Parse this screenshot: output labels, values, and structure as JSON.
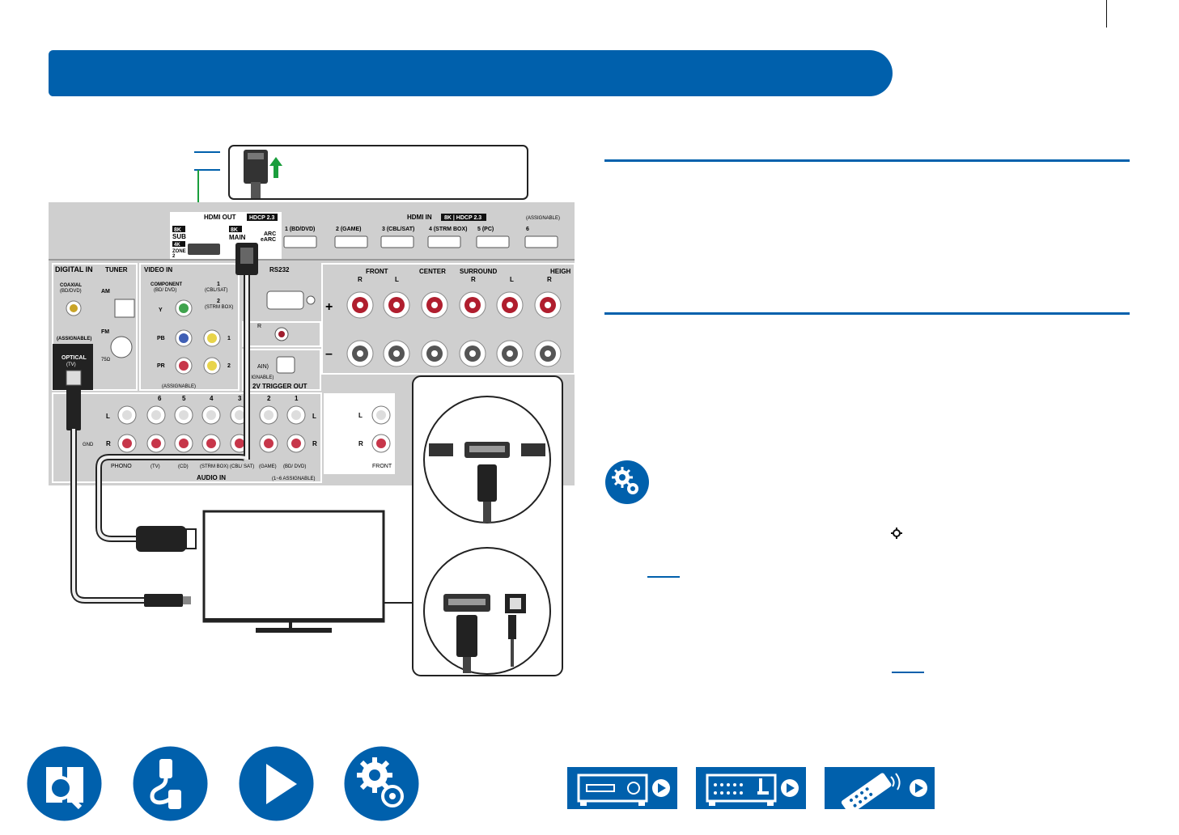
{
  "panel": {
    "hdmi_out": "HDMI OUT",
    "hdcp_out": "HDCP 2.3",
    "hdmi_in": "HDMI IN",
    "hdcp_in": "8K | HDCP 2.3",
    "assignable": "(ASSIGNABLE)",
    "sub_8k": "8K",
    "sub": "SUB",
    "sub_4k": "4K",
    "zone": "ZONE",
    "zone_num": "2",
    "main_8k": "8K",
    "main": "MAIN",
    "arc": "ARC",
    "earc": "eARC",
    "hdmi_inputs": [
      "1 (BD/DVD)",
      "2 (GAME)",
      "3 (CBL/SAT)",
      "4 (STRM BOX)",
      "5 (PC)",
      "6"
    ],
    "digital_in": "DIGITAL IN",
    "coaxial": "COAXIAL",
    "coaxial_sub": "(BD/DVD)",
    "assignable_caps": "(ASSIGNABLE)",
    "optical": "OPTICAL",
    "optical_sub": "(TV)",
    "tuner": "TUNER",
    "am": "AM",
    "fm": "FM",
    "ohm": "75Ω",
    "video_in": "VIDEO IN",
    "component": "COMPONENT",
    "component_sub": "(BD/ DVD)",
    "comp_labels": [
      "Y",
      "PB",
      "PR"
    ],
    "vid1": "1",
    "vid1_sub": "(CBL/SAT)",
    "vid2": "2",
    "vid2_sub": "(STRM BOX)",
    "vid_num1": "1",
    "vid_num2": "2",
    "assignable_small": "(ASSIGNABLE)",
    "rs232": "RS232",
    "front": "FRONT",
    "center": "CENTER",
    "surround": "SURROUND",
    "height": "HEIGH",
    "r": "R",
    "l": "L",
    "plus": "+",
    "minus": "–",
    "ir": "R",
    "main_in": "AIN)",
    "assignable2": "(A  IGNABLE)",
    "trigger": "2V TRIGGER OUT",
    "audio_nums": [
      "6",
      "5",
      "4",
      "3",
      "2",
      "1"
    ],
    "audio_bottom": [
      "PHONO",
      "(TV)",
      "(CD)",
      "(STRM BOX)",
      "(CBL/ SAT)",
      "(GAME)",
      "(BD/ DVD)"
    ],
    "audio_in": "AUDIO IN",
    "audio_assign": "(1~6 ASSIGNABLE)",
    "gnd": "GND",
    "front2": "FRONT"
  },
  "nav": {
    "icons": [
      "contents-icon",
      "connections-icon",
      "playback-icon",
      "setup-icon"
    ],
    "devices": [
      "front-panel-icon",
      "rear-panel-icon",
      "remote-icon"
    ]
  },
  "colors": {
    "brand_blue": "#0060ac",
    "arrow_green": "#1a9e3c",
    "panel_gray": "#cfcfcf"
  }
}
